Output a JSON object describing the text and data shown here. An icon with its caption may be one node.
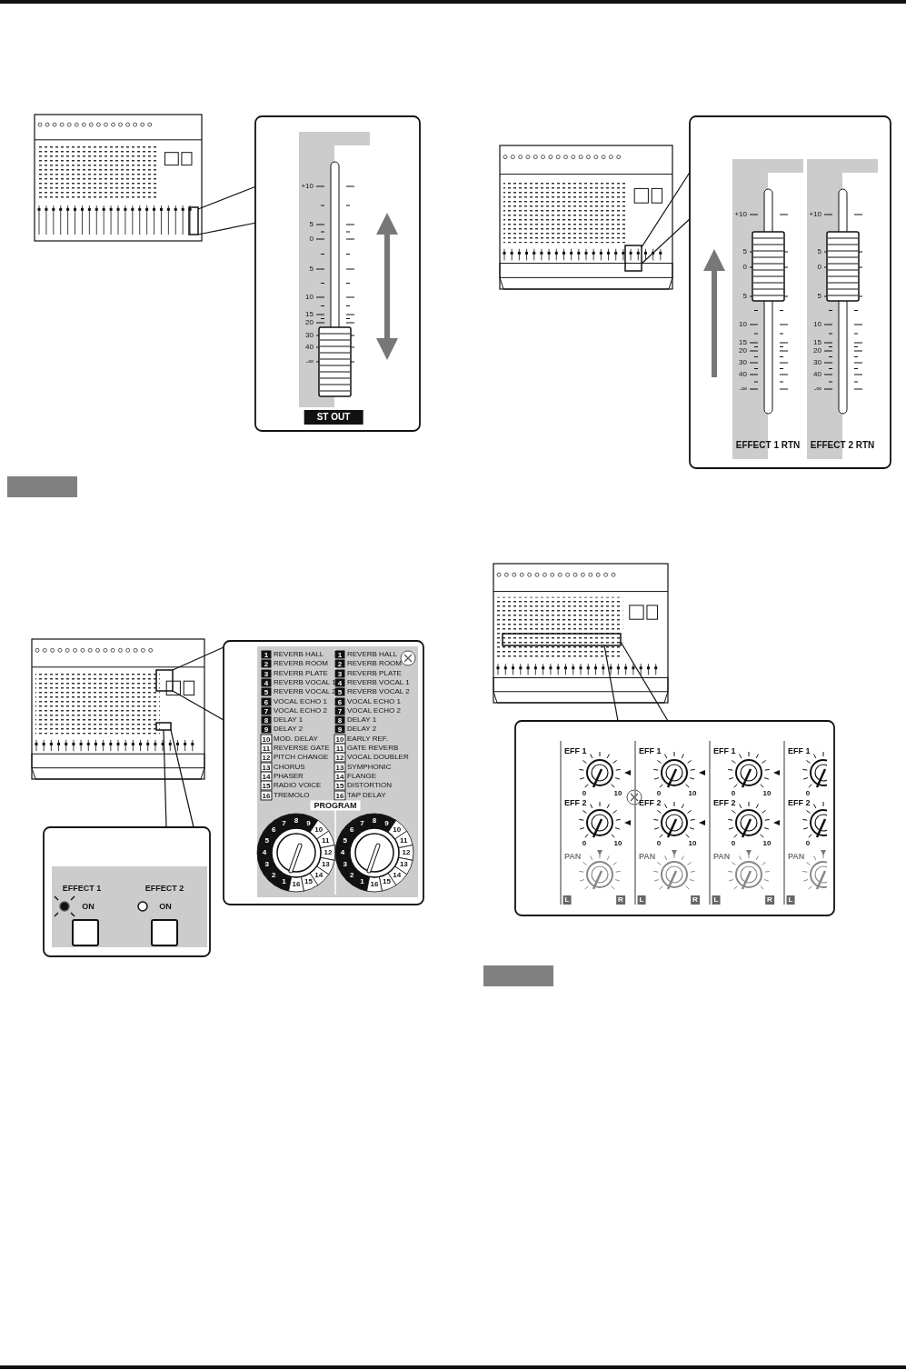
{
  "diagram": {
    "nodes": [
      {
        "text": [],
        "shape": "bar"
      },
      {
        "text": [],
        "shape": "bar"
      }
    ],
    "labels": [
      "+10",
      "5",
      "0",
      "5",
      "10",
      "15",
      "20",
      "30",
      "40",
      "-∞",
      "ST OUT",
      "+10",
      "5",
      "0",
      "5",
      "10",
      "15",
      "20",
      "30",
      "40",
      "-∞",
      "EFFECT 1 RTN",
      "+10",
      "5",
      "0",
      "5",
      "10",
      "15",
      "20",
      "30",
      "40",
      "-∞",
      "EFFECT 2 RTN",
      "1",
      "REVERB HALL",
      "2",
      "REVERB ROOM",
      "3",
      "REVERB PLATE",
      "4",
      "REVERB VOCAL 1",
      "5",
      "REVERB VOCAL 2",
      "6",
      "VOCAL ECHO 1",
      "7",
      "VOCAL ECHO 2",
      "8",
      "DELAY 1",
      "9",
      "DELAY 2",
      "10",
      "MOD. DELAY",
      "11",
      "REVERSE GATE",
      "12",
      "PITCH CHANGE",
      "13",
      "CHORUS",
      "14",
      "PHASER",
      "15",
      "RADIO VOICE",
      "16",
      "TREMOLO",
      "1",
      "REVERB HALL",
      "2",
      "REVERB ROOM",
      "3",
      "REVERB PLATE",
      "4",
      "REVERB VOCAL 1",
      "5",
      "REVERB VOCAL 2",
      "6",
      "VOCAL ECHO 1",
      "7",
      "VOCAL ECHO 2",
      "8",
      "DELAY 1",
      "9",
      "DELAY 2",
      "10",
      "EARLY REF.",
      "11",
      "GATE REVERB",
      "12",
      "VOCAL DOUBLER",
      "13",
      "SYMPHONIC",
      "14",
      "FLANGE",
      "15",
      "DISTORTION",
      "16",
      "TAP DELAY",
      "PROGRAM",
      "1",
      "2",
      "3",
      "4",
      "5",
      "6",
      "7",
      "8",
      "9",
      "10",
      "11",
      "12",
      "13",
      "14",
      "15",
      "16",
      "1",
      "2",
      "3",
      "4",
      "5",
      "6",
      "7",
      "8",
      "9",
      "10",
      "11",
      "12",
      "13",
      "14",
      "15",
      "16",
      "EFFECT 1",
      "ON",
      "EFFECT 2",
      "ON",
      "EFF 1",
      "0",
      "10",
      "EFF 2",
      "0",
      "10",
      "PAN",
      "L",
      "R",
      "EFF 1",
      "0",
      "10",
      "EFF 2",
      "0",
      "10",
      "PAN",
      "L",
      "R",
      "EFF 1",
      "0",
      "10",
      "EFF 2",
      "0",
      "10",
      "PAN",
      "L",
      "R",
      "EFF 1",
      "0",
      "EFF 2",
      "0",
      "PAN",
      "L"
    ]
  }
}
